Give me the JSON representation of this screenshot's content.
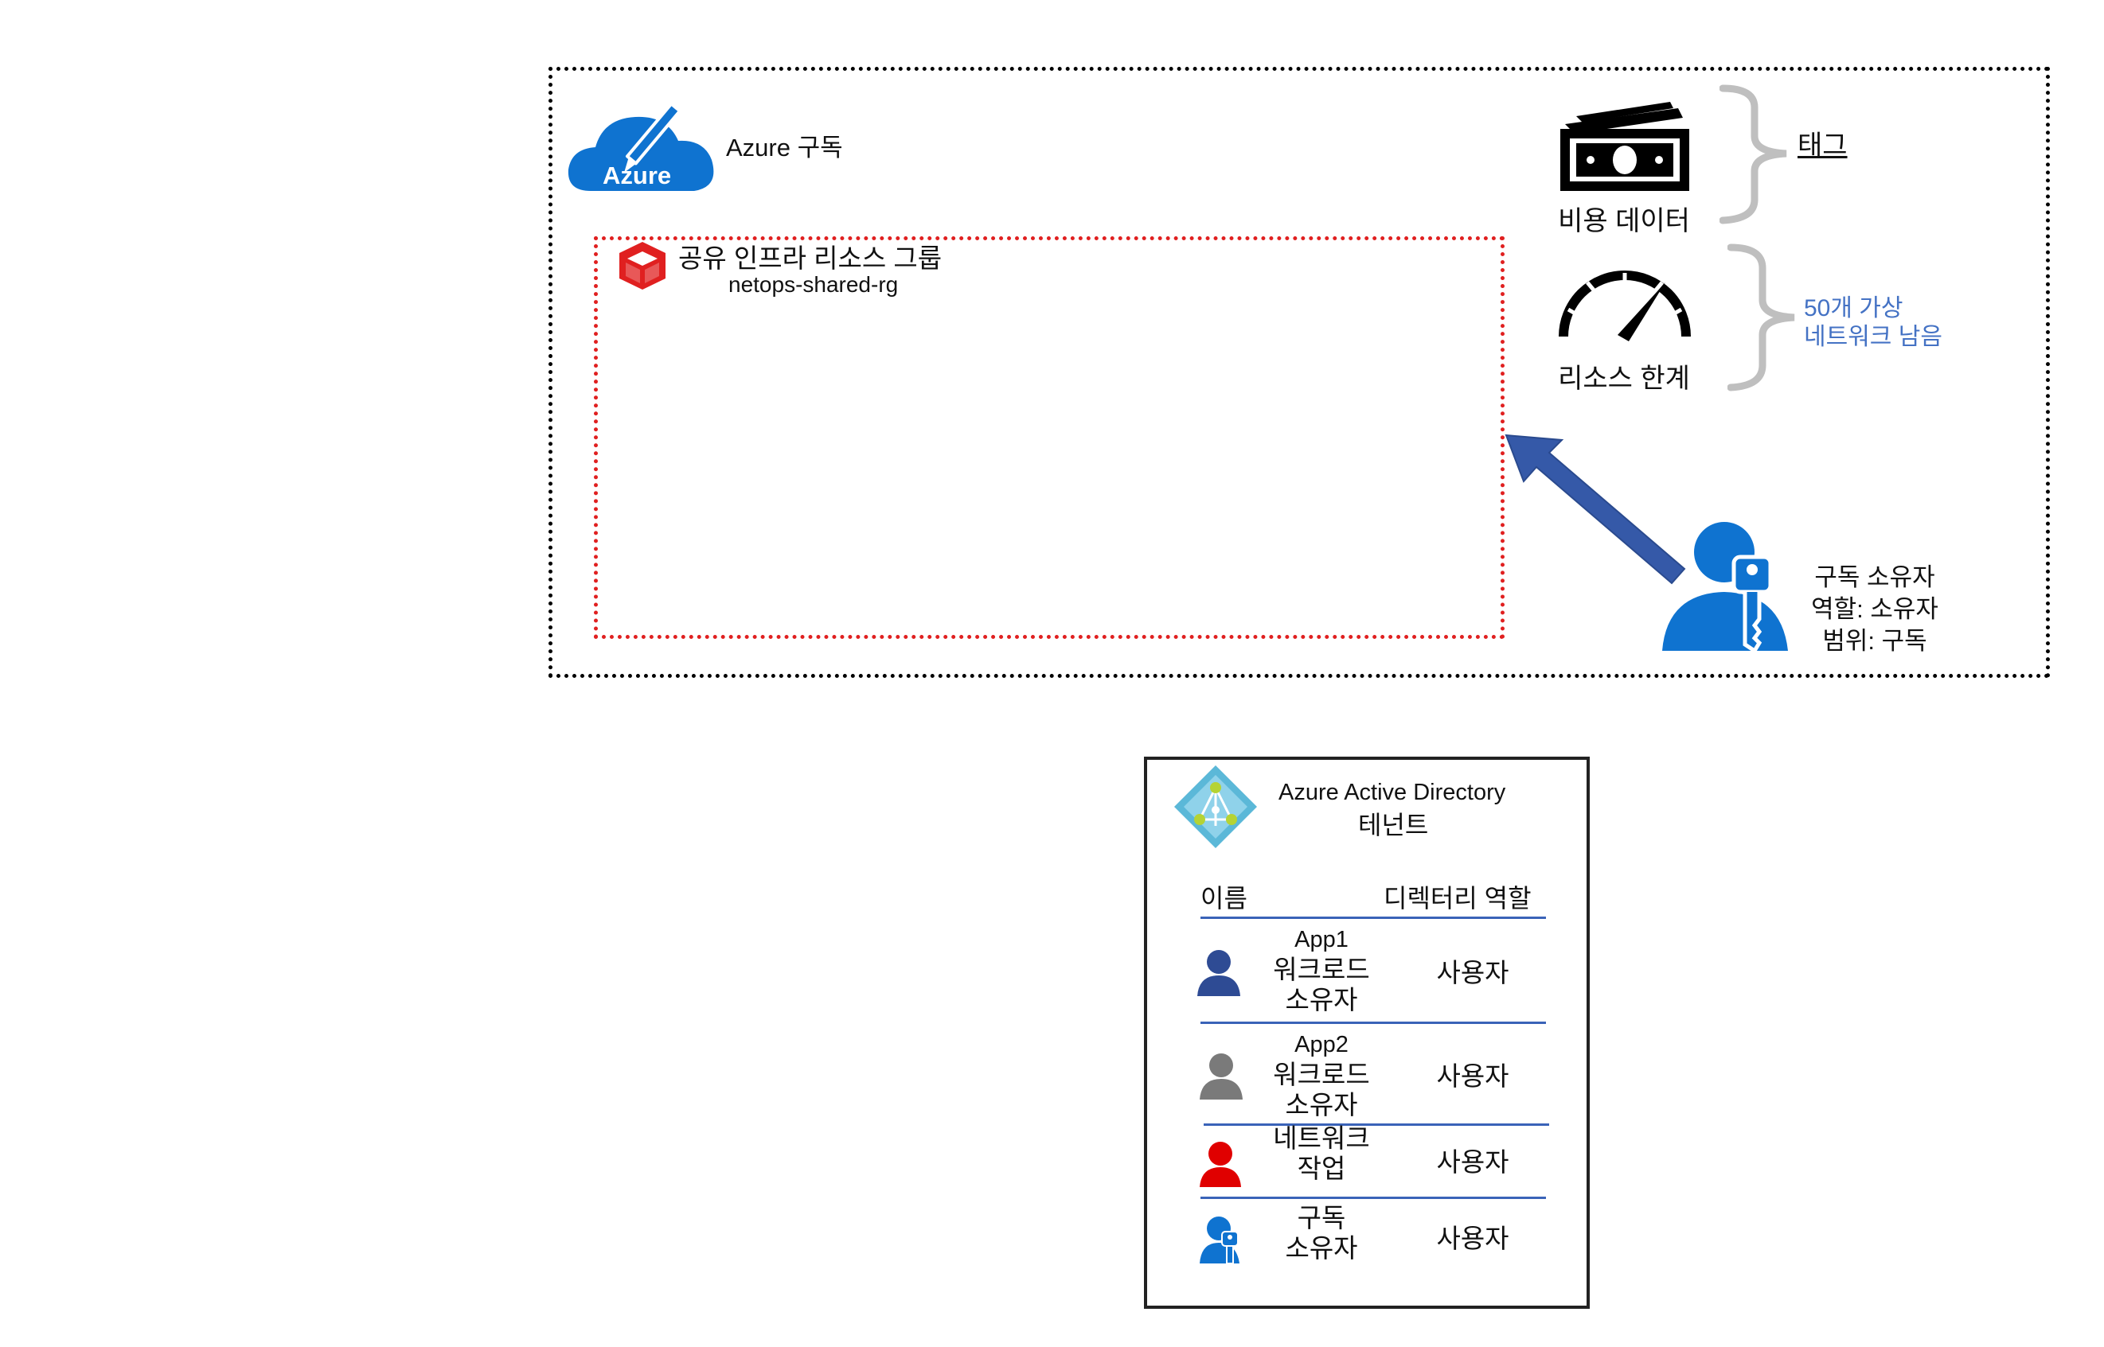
{
  "subscription": {
    "label": "Azure 구독",
    "logo_text": "Azure"
  },
  "resource_group": {
    "title": "공유 인프라 리소스 그룹",
    "name": "netops-shared-rg"
  },
  "cost_data": {
    "label": "비용 데이터"
  },
  "tags": {
    "label": "태그"
  },
  "resource_limits": {
    "label": "리소스 한계",
    "note_line1": "50개 가상",
    "note_line2": "네트워크 남음"
  },
  "owner": {
    "line1": "구독 소유자",
    "line2": "역할: 소유자",
    "line3": "범위: 구독"
  },
  "aad": {
    "title": "Azure Active Directory",
    "subtitle": "테넌트",
    "col_name": "이름",
    "col_role": "디렉터리 역할",
    "rows": [
      {
        "name_line1": "App1",
        "name_line2": "워크로드",
        "name_line3": "소유자",
        "role": "사용자",
        "icon": "user-navy-icon"
      },
      {
        "name_line1": "App2",
        "name_line2": "워크로드",
        "name_line3": "소유자",
        "role": "사용자",
        "icon": "user-gray-icon"
      },
      {
        "name_line1": "네트워크",
        "name_line2": "작업",
        "role": "사용자",
        "icon": "user-red-icon"
      },
      {
        "name_line1": "구독",
        "name_line2": "소유자",
        "role": "사용자",
        "icon": "user-key-icon"
      }
    ]
  },
  "colors": {
    "azure_blue": "#0f73d0",
    "arrow_blue": "#3559a8",
    "rg_red": "#e02020",
    "note_blue": "#4472c4",
    "brace_gray": "#bfbfbf",
    "row_line": "#3a63b8"
  }
}
